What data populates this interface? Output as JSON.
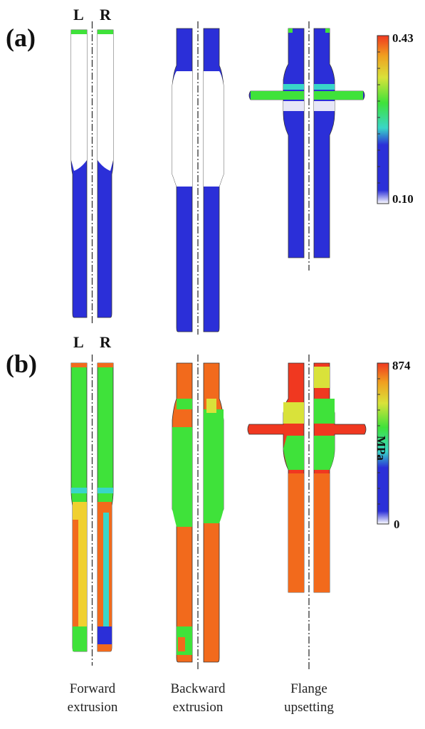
{
  "panels": [
    {
      "label": "(a)",
      "side_left": "L",
      "side_right": "R",
      "colorbar": {
        "max": "0.43",
        "min": "0.10",
        "unit": ""
      }
    },
    {
      "label": "(b)",
      "side_left": "L",
      "side_right": "R",
      "colorbar": {
        "max": "874",
        "min": "0",
        "unit": "MPa"
      }
    }
  ],
  "captions": [
    {
      "line1": "Forward",
      "line2": "extrusion"
    },
    {
      "line1": "Backward",
      "line2": "extrusion"
    },
    {
      "line1": "Flange",
      "line2": "upsetting"
    }
  ],
  "colors": {
    "blue": "#2b2fd8",
    "green": "#3fe23a",
    "red": "#f03820",
    "orange": "#f26a1c",
    "yellow": "#d9e23a",
    "cyan": "#39d6c8",
    "white": "#f7f7fb"
  }
}
